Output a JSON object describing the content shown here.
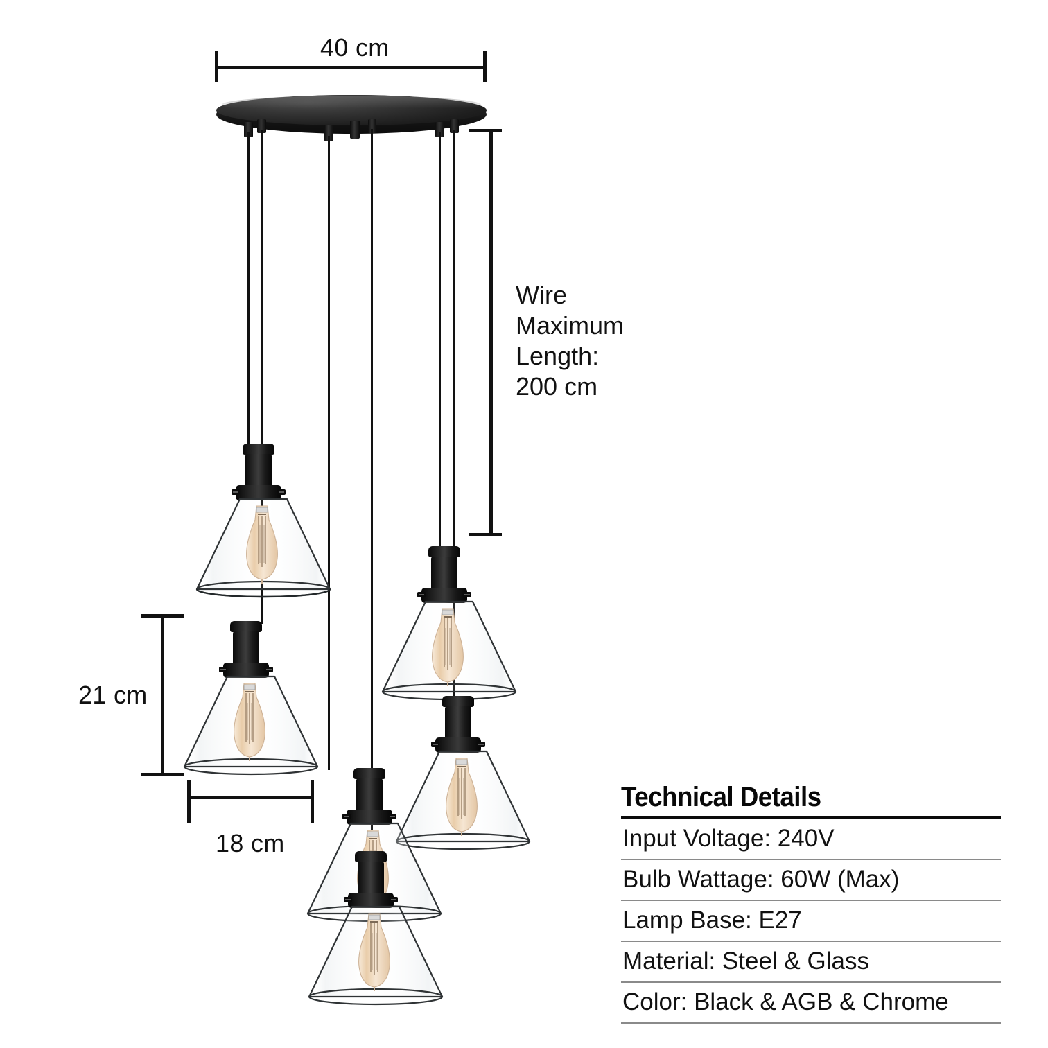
{
  "product": {
    "type": "pendant-light-cluster",
    "lamp_count": 6
  },
  "dimensions": {
    "width": {
      "label": "40 cm",
      "name": "ceiling-plate-diameter"
    },
    "wire": {
      "label": "Wire\nMaximum\nLength:\n200 cm",
      "lines": [
        "Wire",
        "Maximum",
        "Length:",
        "200 cm"
      ]
    },
    "shade_height": {
      "label": "21 cm",
      "name": "shade-height"
    },
    "shade_width": {
      "label": "18 cm",
      "name": "shade-width"
    }
  },
  "technical": {
    "title": "Technical Details",
    "rows": [
      "Input Voltage: 240V",
      "Bulb Wattage: 60W (Max)",
      "Lamp Base: E27",
      "Material: Steel & Glass",
      "Color: Black & AGB & Chrome"
    ]
  },
  "colors": {
    "metal_black": "#121212",
    "bulb_amber": "#efd9bf",
    "glass_outline": "#2a2a2a",
    "rule_dark": "#0b0b0b",
    "rule_light": "#8a8a8a",
    "text": "#111111",
    "background": "#ffffff"
  }
}
